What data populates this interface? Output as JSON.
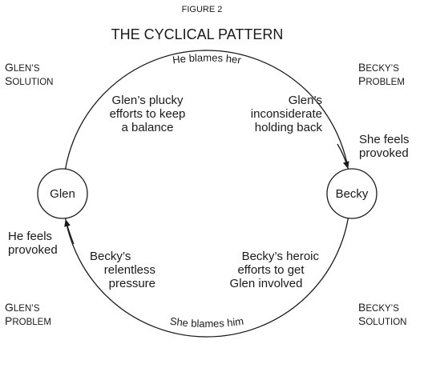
{
  "figure_label": "FIGURE 2",
  "title": "THE CYCLICAL PATTERN",
  "nodes": {
    "left": "Glen",
    "right": "Becky"
  },
  "corners": {
    "top_left": [
      "GLEN’S",
      "SOLUTION"
    ],
    "top_right": [
      "BECKY’S",
      "PROBLEM"
    ],
    "bottom_left": [
      "GLEN’S",
      "PROBLEM"
    ],
    "bottom_right": [
      "BECKY’S",
      "SOLUTION"
    ]
  },
  "arc_labels": {
    "top": "He blames her",
    "bottom": "She blames him"
  },
  "inner_text": {
    "top_left": [
      "Glen’s plucky",
      "efforts to keep",
      "a balance"
    ],
    "top_right": [
      "Glen’s",
      "inconsiderate",
      "holding back"
    ],
    "bottom_left": [
      "Becky’s",
      "relentless",
      "pressure"
    ],
    "bottom_right": [
      "Becky’s heroic",
      "efforts to get",
      "Glen involved"
    ]
  },
  "side_text": {
    "right": [
      "She feels",
      "provoked"
    ],
    "left": [
      "He feels",
      "provoked"
    ]
  },
  "colors": {
    "ink": "#1a1a1a",
    "background": "#ffffff"
  }
}
